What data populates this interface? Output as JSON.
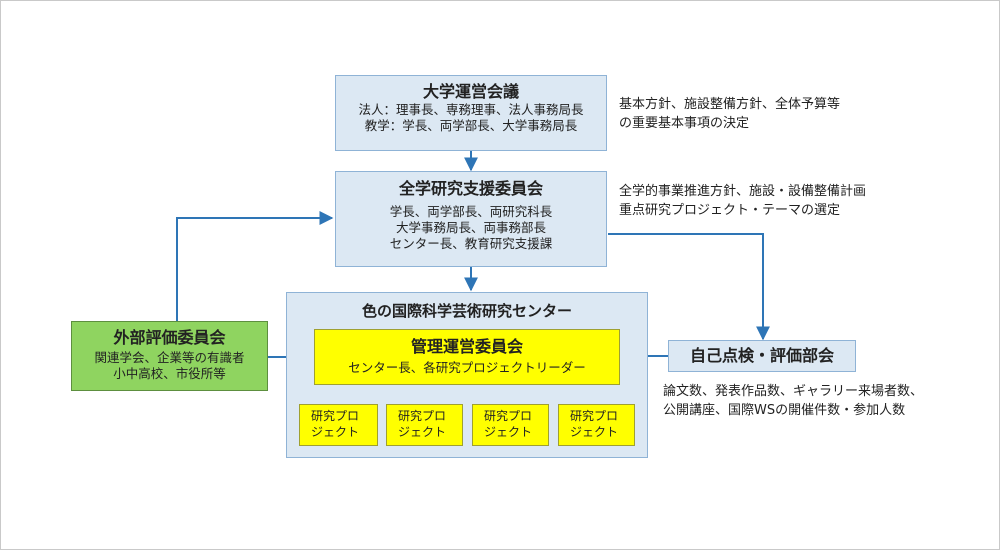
{
  "university_council": {
    "title": "大学運営会議",
    "lines": [
      "法人：理事長、専務理事、法人事務局長",
      "教学：学長、両学部長、大学事務局長"
    ]
  },
  "university_council_note": [
    "基本方針、施設整備方針、全体予算等",
    "の重要基本事項の決定"
  ],
  "research_support_committee": {
    "title": "全学研究支援委員会",
    "lines": [
      "学長、両学部長、両研究科長",
      "大学事務局長、両事務部長",
      "センター長、教育研究支援課"
    ]
  },
  "research_support_note": [
    "全学的事業推進方針、施設・設備整備計画",
    "重点研究プロジェクト・テーマの選定"
  ],
  "center": {
    "title": "色の国際科学芸術研究センター",
    "management_committee": {
      "title": "管理運営委員会",
      "lines": [
        "センター長、各研究プロジェクトリーダー"
      ]
    },
    "projects": [
      [
        "研究プロ",
        "ジェクト"
      ],
      [
        "研究プロ",
        "ジェクト"
      ],
      [
        "研究プロ",
        "ジェクト"
      ],
      [
        "研究プロ",
        "ジェクト"
      ]
    ]
  },
  "external_committee": {
    "title": "外部評価委員会",
    "lines": [
      "関連学会、企業等の有識者",
      "小中高校、市役所等"
    ]
  },
  "self_evaluation": {
    "title": "自己点検・評価部会"
  },
  "self_evaluation_note": [
    "論文数、発表作品数、ギャラリー来場者数、",
    "公開講座、国際WSの開催件数・参加人数"
  ],
  "colors": {
    "box_blue_fill": "#dce8f3",
    "box_blue_border": "#8fb3d6",
    "external_fill": "#8fd460",
    "management_fill": "#ffff00",
    "arrow": "#2e75b6"
  }
}
